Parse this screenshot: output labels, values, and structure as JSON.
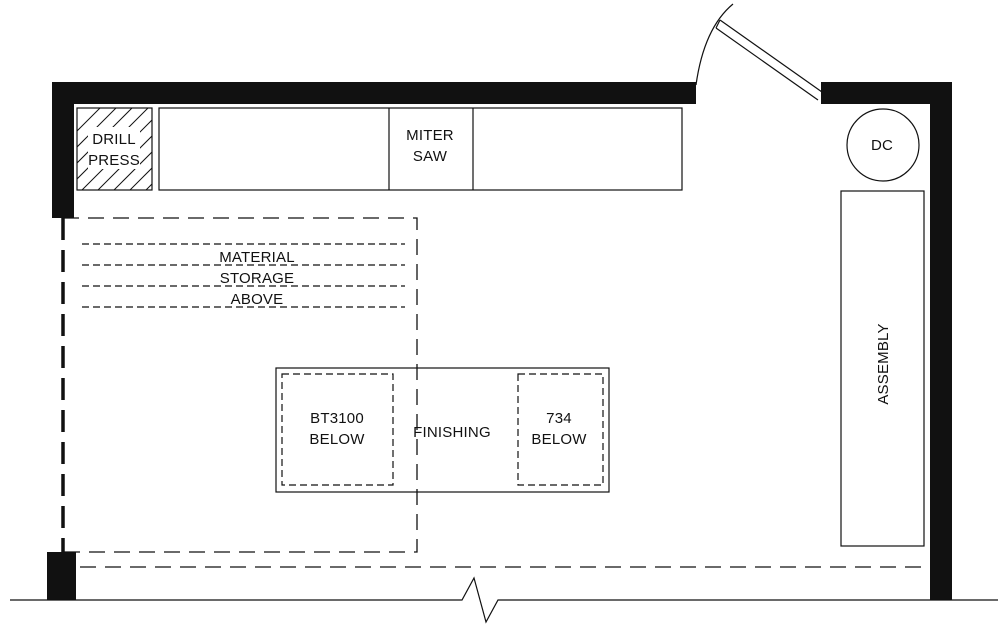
{
  "colors": {
    "ink": "#111111",
    "paper": "#ffffff"
  },
  "labels": {
    "drill_press": [
      "DRILL",
      "PRESS"
    ],
    "miter_saw": [
      "MITER",
      "SAW"
    ],
    "dust_collector": "DC",
    "material_storage": [
      "MATERIAL",
      "STORAGE",
      "ABOVE"
    ],
    "bt3100": [
      "BT3100",
      "BELOW"
    ],
    "finishing": "FINISHING",
    "tool_734": [
      "734",
      "BELOW"
    ],
    "assembly": "ASSEMBLY"
  }
}
